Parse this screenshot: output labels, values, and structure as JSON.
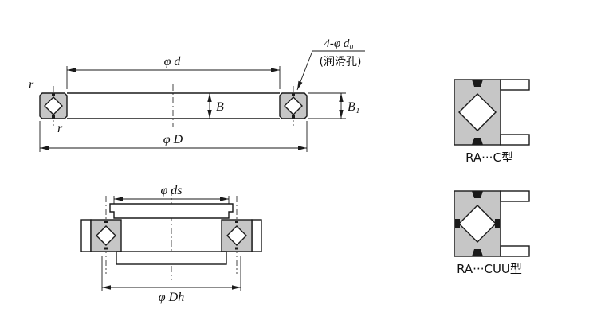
{
  "diagram": {
    "main_view": {
      "dim_d": "φ d",
      "dim_D": "φ D",
      "dim_B": "B",
      "dim_B1": "B₁",
      "r_top": "r",
      "r_bottom": "r",
      "callout_holes": "4-φ d₀",
      "callout_note": "(润滑孔)"
    },
    "mount_view": {
      "dim_ds": "φ ds",
      "dim_Dh": "φ Dh"
    },
    "type_views": [
      {
        "label": "RA···C型"
      },
      {
        "label": "RA···CUU型"
      }
    ],
    "colors": {
      "line": "#1a1a1a",
      "section_fill": "#c6c6c6",
      "background": "#ffffff"
    }
  }
}
